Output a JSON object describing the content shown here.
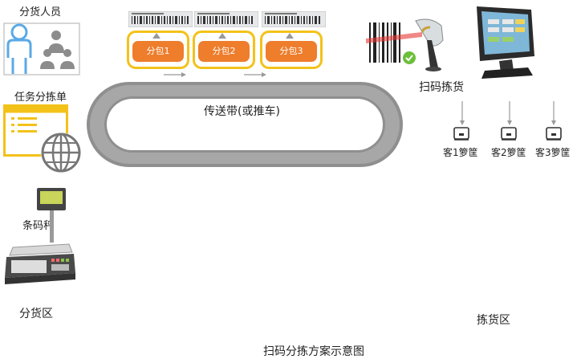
{
  "labels": {
    "staff": "分货人员",
    "task_list": "任务分拣单",
    "scale": "条码秤",
    "sort_area": "分货区",
    "conveyor": "传送带(或推车)",
    "scan_pick": "扫码拣货",
    "pick_area": "拣货区",
    "caption": "扫码分拣方案示意图"
  },
  "packages": [
    "分包1",
    "分包2",
    "分包3"
  ],
  "baskets": [
    "客1箩筐",
    "客2箩筐",
    "客3箩筐"
  ],
  "colors": {
    "staff_blue": "#5aa9e6",
    "list_yellow": "#f3c21a",
    "package_orange": "#ee7d2c",
    "conveyor_gray": "#8f8f8f",
    "check_green": "#6cbf3b"
  }
}
